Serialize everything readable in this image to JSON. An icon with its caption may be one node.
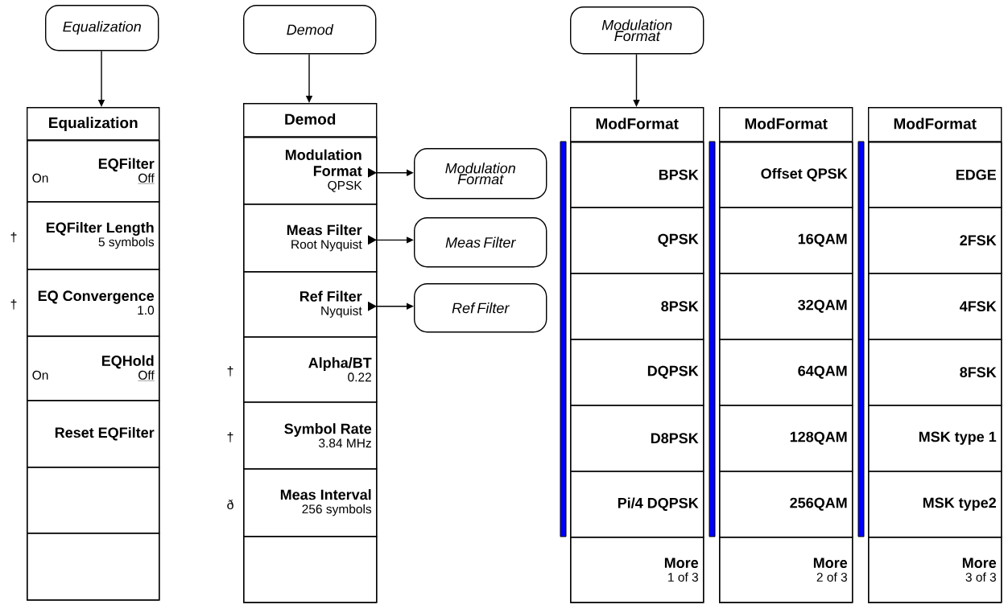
{
  "diagram": {
    "nodes": [
      {
        "text": [
          "Equalization"
        ]
      },
      {
        "text": [
          "Equalization"
        ]
      },
      {
        "text": [
          "EQFilter",
          "On",
          "Off"
        ],
        "in": 1
      },
      {
        "text": [
          "EQFilter Length",
          "5 symbols"
        ],
        "in": 1,
        "beside": [
          "†"
        ]
      },
      {
        "text": [
          "EQ Convergence",
          "1.0"
        ],
        "in": 1,
        "beside": [
          "†"
        ]
      },
      {
        "text": [
          "EQHold",
          "On",
          "Off"
        ],
        "in": 1
      },
      {
        "text": [
          "Reset EQFilter"
        ],
        "in": 1
      },
      {
        "text": [],
        "shape": "box",
        "in": 1
      },
      {
        "text": [],
        "shape": "box",
        "in": 1
      },
      {
        "text": [
          "Demod"
        ]
      },
      {
        "text": [
          "Demod"
        ]
      },
      {
        "text": [
          "Modulation Format",
          "QPSK"
        ],
        "in": 10
      },
      {
        "text": [
          "Meas Filter",
          "Root Nyquist"
        ],
        "in": 10
      },
      {
        "text": [
          "Ref Filter",
          "Nyquist"
        ],
        "in": 10
      },
      {
        "text": [
          "Alpha/BT",
          "0.22"
        ],
        "in": 10,
        "beside": [
          "†"
        ]
      },
      {
        "text": [
          "Symbol Rate",
          "3.84 MHz"
        ],
        "in": 10,
        "beside": [
          "†"
        ]
      },
      {
        "text": [
          "Meas Interval",
          "256 symbols"
        ],
        "in": 10,
        "beside": [
          "ð"
        ]
      },
      {
        "text": [],
        "shape": "box",
        "in": 10
      },
      {
        "text": [
          "Modulation Format"
        ]
      },
      {
        "text": [
          "Meas Filter"
        ]
      },
      {
        "text": [
          "Ref Filter"
        ]
      },
      {
        "text": [
          "Modulation Format"
        ]
      },
      {
        "text": [
          "ModFormat"
        ]
      },
      {
        "text": [
          "BPSK"
        ],
        "in": 22
      },
      {
        "text": [
          "QPSK"
        ],
        "in": 22
      },
      {
        "text": [
          "8PSK"
        ],
        "in": 22
      },
      {
        "text": [
          "DQPSK"
        ],
        "in": 22
      },
      {
        "text": [
          "D8PSK"
        ],
        "in": 22
      },
      {
        "text": [
          "Pi/4 DQPSK"
        ],
        "in": 22
      },
      {
        "text": [
          "More",
          "1 of 3"
        ],
        "in": 22
      },
      {
        "text": [
          "ModFormat"
        ]
      },
      {
        "text": [
          "Offset QPSK"
        ],
        "in": 30
      },
      {
        "text": [
          "16QAM"
        ],
        "in": 30
      },
      {
        "text": [
          "32QAM"
        ],
        "in": 30
      },
      {
        "text": [
          "64QAM"
        ],
        "in": 30
      },
      {
        "text": [
          "128QAM"
        ],
        "in": 30
      },
      {
        "text": [
          "256QAM"
        ],
        "in": 30
      },
      {
        "text": [
          "More",
          "2 of 3"
        ],
        "in": 30
      },
      {
        "text": [
          "ModFormat"
        ]
      },
      {
        "text": [
          "EDGE"
        ],
        "in": 38
      },
      {
        "text": [
          "2FSK"
        ],
        "in": 38
      },
      {
        "text": [
          "4FSK"
        ],
        "in": 38
      },
      {
        "text": [
          "8FSK"
        ],
        "in": 38
      },
      {
        "text": [
          "MSK type 1"
        ],
        "in": 38
      },
      {
        "text": [
          "MSK type2"
        ],
        "in": 38
      },
      {
        "text": [
          "More",
          "3 of 3"
        ],
        "in": 38
      }
    ],
    "edges": [
      {
        "from": 0,
        "to": 1,
        "arrow": "to"
      },
      {
        "from": 9,
        "to": 10,
        "arrow": "to"
      },
      {
        "from": 11,
        "to": 18,
        "arrow": "to"
      },
      {
        "from": 12,
        "to": 19,
        "arrow": "to"
      },
      {
        "from": 13,
        "to": 20,
        "arrow": "to"
      },
      {
        "from": 21,
        "to": 22,
        "arrow": "to"
      }
    ]
  }
}
